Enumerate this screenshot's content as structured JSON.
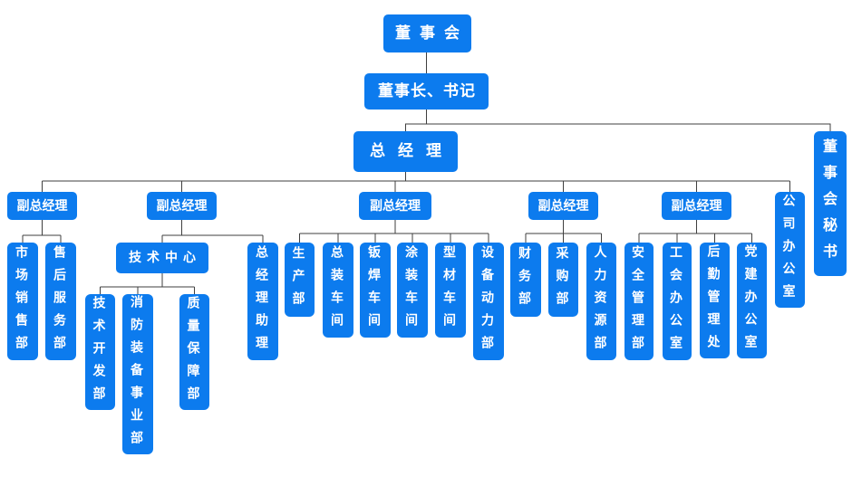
{
  "colors": {
    "node_fill": "#0c7bee",
    "node_text": "#ffffff",
    "connector": "#3f3f3f",
    "background": "#ffffff"
  },
  "nodes": {
    "board": {
      "label": "董事会"
    },
    "chairman": {
      "label": "董事长、书记"
    },
    "general_manager": {
      "label": "总经理"
    },
    "board_secretary": {
      "label": "董事会秘书"
    },
    "vp1": {
      "label": "副总经理"
    },
    "vp2": {
      "label": "副总经理"
    },
    "vp3": {
      "label": "副总经理"
    },
    "vp4": {
      "label": "副总经理"
    },
    "vp5": {
      "label": "副总经理"
    },
    "company_office": {
      "label": "公司办公室"
    },
    "marketing_sales": {
      "label": "市场销售部"
    },
    "after_sales_service": {
      "label": "售后服务部"
    },
    "tech_center": {
      "label": "技术中心"
    },
    "gm_assistant": {
      "label": "总经理助理"
    },
    "tech_development": {
      "label": "技术开发部"
    },
    "fire_equipment_division": {
      "label": "消防装备事业部"
    },
    "quality_assurance": {
      "label": "质量保障部"
    },
    "production": {
      "label": "生产部"
    },
    "final_assembly_workshop": {
      "label": "总装车间"
    },
    "sheet_welding_workshop": {
      "label": "钣焊车间"
    },
    "painting_workshop": {
      "label": "涂装车间"
    },
    "profile_workshop": {
      "label": "型材车间"
    },
    "equipment_power": {
      "label": "设备动力部"
    },
    "finance": {
      "label": "财务部"
    },
    "procurement": {
      "label": "采购部"
    },
    "human_resources": {
      "label": "人力资源部"
    },
    "safety_management": {
      "label": "安全管理部"
    },
    "union_office": {
      "label": "工会办公室"
    },
    "logistics_management": {
      "label": "后勤管理处"
    },
    "party_building_office": {
      "label": "党建办公室"
    }
  },
  "hierarchy_edges": [
    [
      "board",
      "chairman"
    ],
    [
      "chairman",
      "general_manager"
    ],
    [
      "chairman",
      "board_secretary"
    ],
    [
      "general_manager",
      "vp1"
    ],
    [
      "general_manager",
      "vp2"
    ],
    [
      "general_manager",
      "vp3"
    ],
    [
      "general_manager",
      "vp4"
    ],
    [
      "general_manager",
      "vp5"
    ],
    [
      "general_manager",
      "company_office"
    ],
    [
      "vp1",
      "marketing_sales"
    ],
    [
      "vp1",
      "after_sales_service"
    ],
    [
      "vp2",
      "tech_center"
    ],
    [
      "vp2",
      "gm_assistant"
    ],
    [
      "tech_center",
      "tech_development"
    ],
    [
      "tech_center",
      "fire_equipment_division"
    ],
    [
      "tech_center",
      "quality_assurance"
    ],
    [
      "vp3",
      "production"
    ],
    [
      "vp3",
      "final_assembly_workshop"
    ],
    [
      "vp3",
      "sheet_welding_workshop"
    ],
    [
      "vp3",
      "painting_workshop"
    ],
    [
      "vp3",
      "profile_workshop"
    ],
    [
      "vp3",
      "equipment_power"
    ],
    [
      "vp4",
      "finance"
    ],
    [
      "vp4",
      "procurement"
    ],
    [
      "vp4",
      "human_resources"
    ],
    [
      "vp5",
      "safety_management"
    ],
    [
      "vp5",
      "union_office"
    ],
    [
      "vp5",
      "logistics_management"
    ],
    [
      "vp5",
      "party_building_office"
    ]
  ]
}
